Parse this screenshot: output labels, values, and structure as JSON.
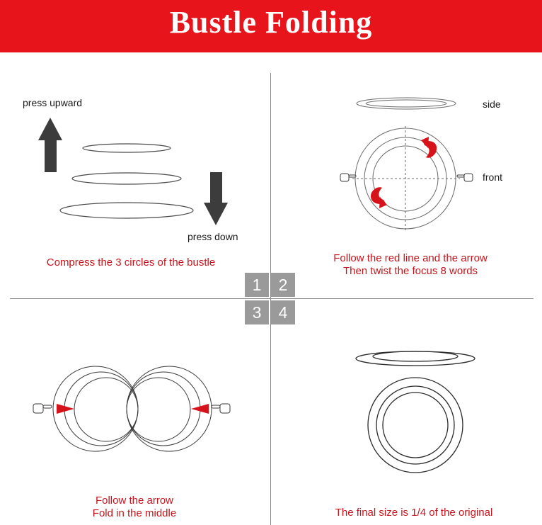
{
  "header": {
    "title": "Bustle Folding"
  },
  "steps": [
    {
      "number": "1",
      "caption_lines": [
        "Compress the 3 circles of the bustle"
      ],
      "labels": {
        "up": "press upward",
        "down": "press down"
      }
    },
    {
      "number": "2",
      "caption_lines": [
        "Follow the red line and the arrow",
        "Then twist the focus 8 words"
      ],
      "labels": {
        "side": "side",
        "front": "front"
      }
    },
    {
      "number": "3",
      "caption_lines": [
        "Follow the arrow",
        "Fold in the middle"
      ]
    },
    {
      "number": "4",
      "caption_lines": [
        "The final size is 1/4 of the original"
      ]
    }
  ],
  "colors": {
    "banner": "#e8141b",
    "caption": "#c8141b",
    "arrow_red": "#d6131b",
    "arrow_dark": "#3c3c3c",
    "step_box": "#9a9a9a"
  },
  "icons": [
    "arrow-up-icon",
    "arrow-down-icon",
    "twist-arrow-icon",
    "pointing-hand-icon",
    "red-arrowhead-icon"
  ]
}
